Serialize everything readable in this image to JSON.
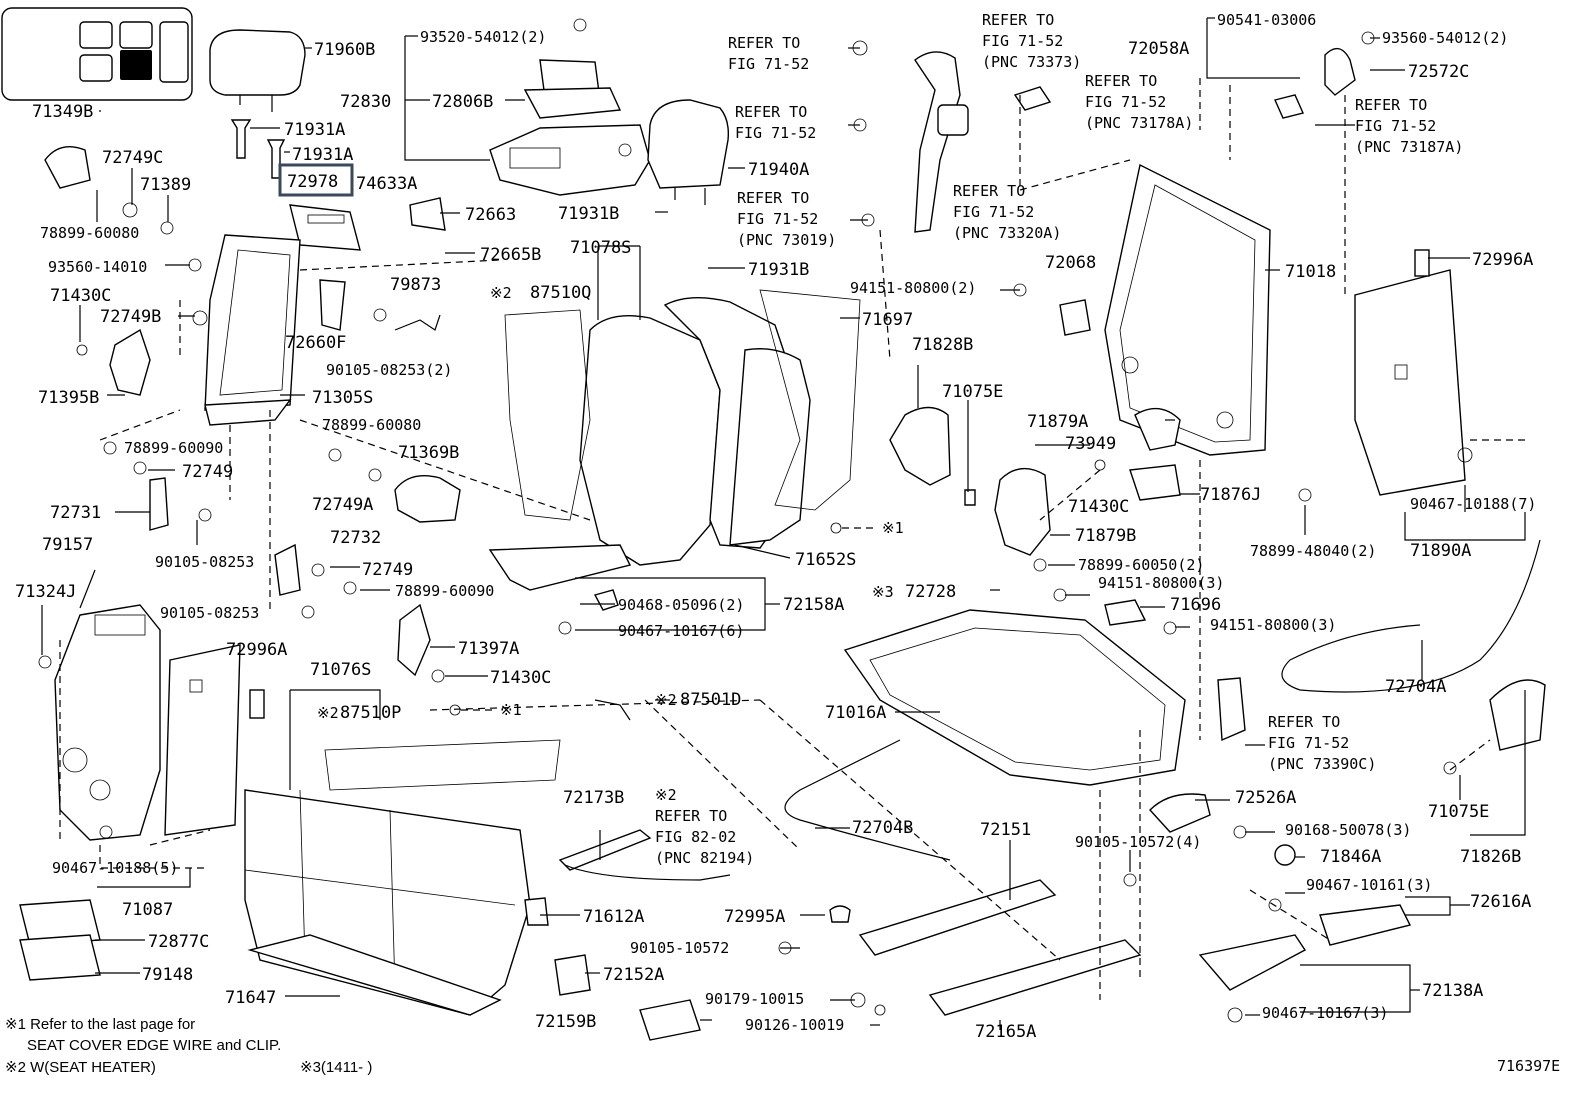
{
  "labels": {
    "p71960B": "71960B",
    "p93520": "93520-54012(2)",
    "p72830": "72830",
    "p72806B": "72806B",
    "p71349B": "71349B",
    "p72749C": "72749C",
    "p71389": "71389",
    "p71931A_1": "71931A",
    "p71931A_2": "71931A",
    "p72978": "72978",
    "p74633A": "74633A",
    "p78899_60080_a": "78899-60080",
    "p72663": "72663",
    "p93560_14010": "93560-14010",
    "p72665B": "72665B",
    "p71430C_1": "71430C",
    "p79873": "79873",
    "p72749B": "72749B",
    "p72660F": "72660F",
    "p90105_08253_2": "90105-08253(2)",
    "p71395B": "71395B",
    "p71305S": "71305S",
    "p78899_60090_a": "78899-60090",
    "p78899_60080_b": "78899-60080",
    "p72749_1": "72749",
    "p71369B": "71369B",
    "p72749A": "72749A",
    "p72731": "72731",
    "p90105_08253_a": "90105-08253",
    "p72732": "72732",
    "p79157": "79157",
    "p72749_2": "72749",
    "p71324J": "71324J",
    "p78899_60090_b": "78899-60090",
    "p90105_08253_b": "90105-08253",
    "p71397A": "71397A",
    "p72996A_1": "72996A",
    "p71076S": "71076S",
    "p71430C_2": "71430C",
    "p87510P": "87510P",
    "p90467_10188_5": "90467-10188(5)",
    "p71087": "71087",
    "p72877C": "72877C",
    "p79148": "79148",
    "p71647": "71647",
    "p71940A": "71940A",
    "p71931B_1": "71931B",
    "p71931B_2": "71931B",
    "p71078S": "71078S",
    "p87510Q": "87510Q",
    "p71697": "71697",
    "p72058A": "72058A",
    "p90541": "90541-03006",
    "p93560_54012": "93560-54012(2)",
    "p72572C": "72572C",
    "p72068": "72068",
    "p71018": "71018",
    "p94151_80800_2": "94151-80800(2)",
    "p72996A_2": "72996A",
    "p71828B": "71828B",
    "p71075E_1": "71075E",
    "p71879A": "71879A",
    "p73949": "73949",
    "p71430C_3": "71430C",
    "p71876J": "71876J",
    "p71879B": "71879B",
    "p78899_48040": "78899-48040(2)",
    "p90467_10188_7": "90467-10188(7)",
    "p71890A": "71890A",
    "p71652S": "71652S",
    "p78899_60050": "78899-60050(2)",
    "p94151_80800_3a": "94151-80800(3)",
    "p72728": "72728",
    "p71696": "71696",
    "p94151_80800_3b": "94151-80800(3)",
    "p90468_05096": "90468-05096(2)",
    "p72158A": "72158A",
    "p90467_10167_6": "90467-10167(6)",
    "p87501D": "87501D",
    "p71016A": "71016A",
    "p72704A": "72704A",
    "p72173B": "72173B",
    "p72704B": "72704B",
    "p72151": "72151",
    "p72526A": "72526A",
    "p90168_50078": "90168-50078(3)",
    "p90105_10572_4": "90105-10572(4)",
    "p71846A": "71846A",
    "p71075E_2": "71075E",
    "p71826B": "71826B",
    "p90467_10161": "90467-10161(3)",
    "p72616A": "72616A",
    "p71612A": "71612A",
    "p72995A": "72995A",
    "p90105_10572": "90105-10572",
    "p72152A": "72152A",
    "p90179_10015": "90179-10015",
    "p90126_10019": "90126-10019",
    "p72165A": "72165A",
    "p72159B": "72159B",
    "p72138A": "72138A",
    "p90467_10167_3": "90467-10167(3)",
    "fig_id": "716397E"
  },
  "refs": {
    "r1": [
      "REFER TO",
      "FIG 71-52"
    ],
    "r2": [
      "REFER TO",
      "FIG 71-52"
    ],
    "r3": [
      "REFER TO",
      "FIG 71-52",
      "(PNC 73019)"
    ],
    "r4": [
      "REFER TO",
      "FIG 71-52",
      "(PNC 73373)"
    ],
    "r5": [
      "REFER TO",
      "FIG 71-52",
      "(PNC 73178A)"
    ],
    "r6": [
      "REFER TO",
      "FIG 71-52",
      "(PNC 73187A)"
    ],
    "r7": [
      "REFER TO",
      "FIG 71-52",
      "(PNC 73320A)"
    ],
    "r8": [
      "REFER TO",
      "FIG 71-52",
      "(PNC 73390C)"
    ],
    "r9": [
      "REFER TO",
      "FIG 82-02",
      "(PNC 82194)"
    ]
  },
  "marks": {
    "m2a": "※2",
    "m2b": "※2",
    "m2c": "※2",
    "m2d": "※2",
    "m3": "※3",
    "m1a": "※1",
    "m1b": "※1"
  },
  "notes": {
    "n1a": "※1 Refer to the last page for",
    "n1b": "SEAT COVER EDGE WIRE and CLIP.",
    "n2": "※2 W(SEAT  HEATER)",
    "n3": "※3(1411-      )"
  }
}
